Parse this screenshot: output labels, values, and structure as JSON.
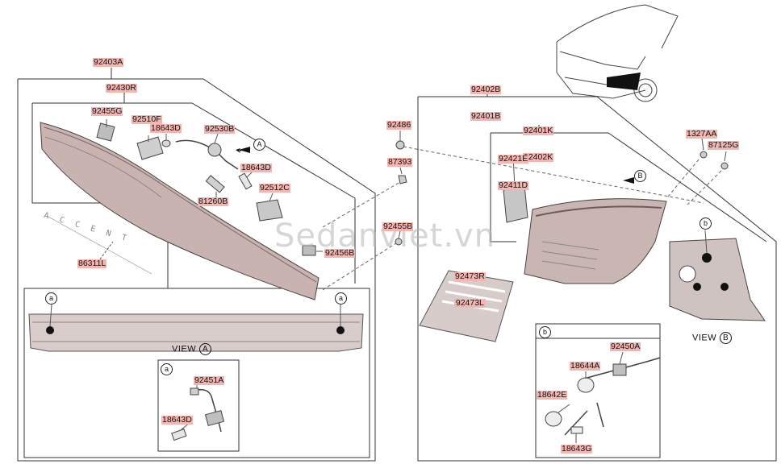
{
  "labels": {
    "p92403A": "92403A",
    "p92430R": "92430R",
    "p92455G": "92455G",
    "p92510F": "92510F",
    "p18643D_top": "18643D",
    "p92530B": "92530B",
    "p18643D_mid": "18643D",
    "p92512C": "92512C",
    "p81260B": "81260B",
    "p92456B": "92456B",
    "p86311L": "86311L",
    "p92486": "92486",
    "p87393": "87393",
    "p92455B": "92455B",
    "p92451A": "92451A",
    "p18643D_detail": "18643D",
    "p92402B": "92402B",
    "p92401B": "92401B",
    "p92401K": "92401K",
    "p92402K": "92402K",
    "p92421E": "92421E",
    "p92411D": "92411D",
    "p1327AA": "1327AA",
    "p87125G": "87125G",
    "p92473R": "92473R",
    "p92473L": "92473L",
    "p92450A": "92450A",
    "p18644A": "18644A",
    "p18642E": "18642E",
    "p18643G": "18643G"
  },
  "views": {
    "view_a_text": "VIEW",
    "view_a_letter": "A",
    "view_b_text": "VIEW",
    "view_b_letter": "B"
  },
  "markers": {
    "a": "a",
    "b": "b",
    "A": "A",
    "B": "B"
  },
  "emblem_text": "ACCENT",
  "watermark": "Sedanviet.vn"
}
